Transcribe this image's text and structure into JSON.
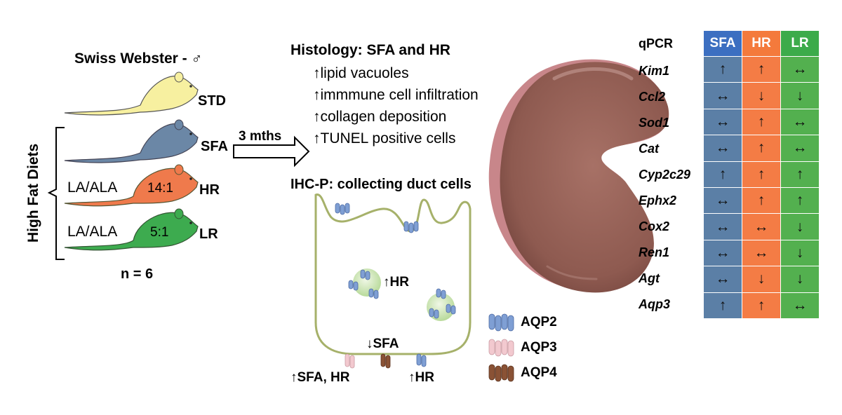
{
  "mouse_strain": "Swiss Webster - ♂",
  "group_brace_label": "High Fat Diets",
  "diets": [
    {
      "label": "STD",
      "ratio_label": "",
      "ratio": "",
      "color": "#f7f0a0"
    },
    {
      "label": "SFA",
      "ratio_label": "",
      "ratio": "",
      "color": "#6b87a6"
    },
    {
      "label": "HR",
      "ratio_label": "LA/ALA",
      "ratio": "14:1",
      "color": "#ef7a4c"
    },
    {
      "label": "LR",
      "ratio_label": "LA/ALA",
      "ratio": "5:1",
      "color": "#3dab4f"
    }
  ],
  "n_label": "n = 6",
  "duration_label": "3 mths",
  "histology": {
    "title_bold": "Histology",
    "title_rest": ": SFA and HR",
    "items": [
      "lipid vacuoles",
      "immmune cell infiltration",
      "collagen deposition",
      "TUNEL positive cells"
    ]
  },
  "ihc": {
    "title": "IHC-P: collecting duct cells",
    "hr_vesicle_label": "HR",
    "sfa_down_label": "SFA",
    "sfa_hr_up_label": "SFA, HR",
    "hr_up_label": "HR"
  },
  "legend": [
    {
      "label": "AQP2",
      "color": "#7f9fd4"
    },
    {
      "label": "AQP3",
      "color": "#f2c9cf"
    },
    {
      "label": "AQP4",
      "color": "#8a5235"
    }
  ],
  "qpcr": {
    "title": "qPCR",
    "columns": [
      {
        "name": "SFA",
        "header_color": "#3c6fc1",
        "cell_color": "#5b7fa6"
      },
      {
        "name": "HR",
        "header_color": "#f47a3c",
        "cell_color": "#f47c45"
      },
      {
        "name": "LR",
        "header_color": "#3cab4a",
        "cell_color": "#53b04f"
      }
    ],
    "rows": [
      {
        "gene": "Kim1",
        "values": [
          "↑",
          "↑",
          "↔"
        ]
      },
      {
        "gene": "Ccl2",
        "values": [
          "↔",
          "↓",
          "↓"
        ]
      },
      {
        "gene": "Sod1",
        "values": [
          "↔",
          "↑",
          "↔"
        ]
      },
      {
        "gene": "Cat",
        "values": [
          "↔",
          "↑",
          "↔"
        ]
      },
      {
        "gene": "Cyp2c29",
        "values": [
          "↑",
          "↑",
          "↑"
        ]
      },
      {
        "gene": "Ephx2",
        "values": [
          "↔",
          "↑",
          "↑"
        ]
      },
      {
        "gene": "Cox2",
        "values": [
          "↔",
          "↔",
          "↓"
        ]
      },
      {
        "gene": "Ren1",
        "values": [
          "↔",
          "↔",
          "↓"
        ]
      },
      {
        "gene": "Agt",
        "values": [
          "↔",
          "↓",
          "↓"
        ]
      },
      {
        "gene": "Aqp3",
        "values": [
          "↑",
          "↑",
          "↔"
        ]
      }
    ]
  }
}
